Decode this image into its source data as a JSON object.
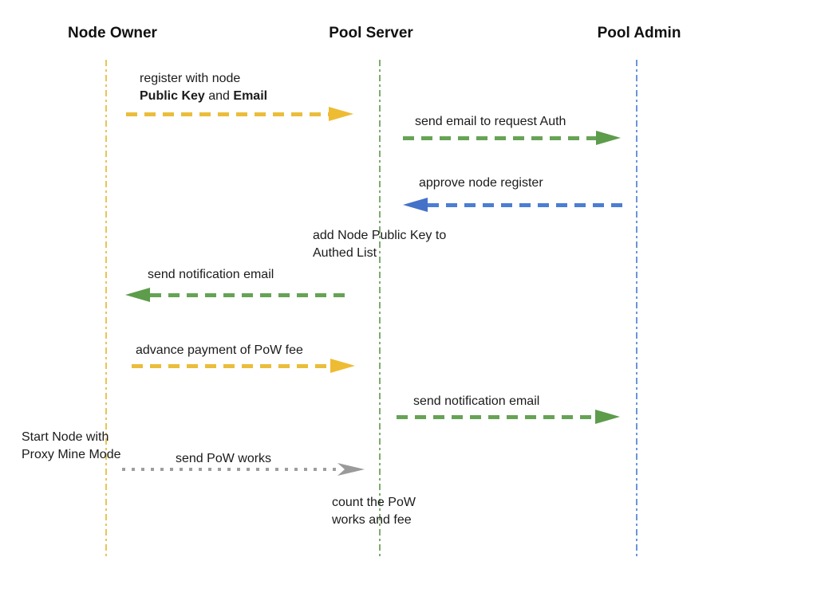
{
  "colors": {
    "yellow_arrow": "#eabd3b",
    "green_arrow": "#66a355",
    "blue_arrow": "#4c7ed3",
    "gray_arrow": "#9e9e9e",
    "yellow_lifeline": "#e8c556",
    "green_lifeline": "#7fab6e",
    "blue_lifeline": "#6b96d8",
    "text": "#1b1b1b"
  },
  "actors": [
    {
      "name": "Node Owner"
    },
    {
      "name": "Pool Server"
    },
    {
      "name": "Pool Admin"
    }
  ],
  "messages": [
    {
      "label_line1": "register with node",
      "label_bold_a": "Public Key",
      "label_mid": " and ",
      "label_bold_b": "Email",
      "from": "Node Owner",
      "to": "Pool Server",
      "arrow": "yellow-dashed-right"
    },
    {
      "label": "send email to request Auth",
      "from": "Pool Server",
      "to": "Pool Admin",
      "arrow": "green-dashed-right"
    },
    {
      "label": "approve node register",
      "from": "Pool Admin",
      "to": "Pool Server",
      "arrow": "blue-dashed-left"
    },
    {
      "label": "send notification email",
      "from": "Pool Server",
      "to": "Node Owner",
      "arrow": "green-dashed-left"
    },
    {
      "label": "advance payment of PoW fee",
      "from": "Node Owner",
      "to": "Pool Server",
      "arrow": "yellow-dashed-right"
    },
    {
      "label": "send notification email",
      "from": "Pool Server",
      "to": "Pool Admin",
      "arrow": "green-dashed-right"
    },
    {
      "label": "send PoW works",
      "from": "Node Owner",
      "to": "Pool Server",
      "arrow": "gray-dotted-right"
    }
  ],
  "notes": [
    {
      "line1": "add Node Public Key to",
      "line2": "Authed List"
    },
    {
      "line1": "Start Node with",
      "line2": "Proxy Mine Mode"
    },
    {
      "line1": "count the PoW",
      "line2": "works and fee"
    }
  ]
}
